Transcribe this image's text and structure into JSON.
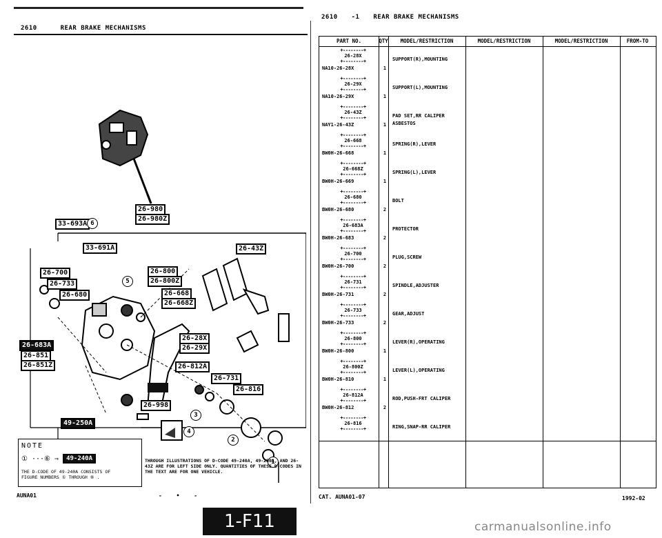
{
  "header": {
    "left_code": "2610",
    "left_title": "REAR BRAKE MECHANISMS",
    "right_code": "2610",
    "right_sub": "-1",
    "right_title": "REAR BRAKE MECHANISMS"
  },
  "table": {
    "columns": [
      "PART NO.",
      "QTY",
      "MODEL/RESTRICTION",
      "MODEL/RESTRICTION",
      "MODEL/RESTRICTION",
      "FROM-TO"
    ],
    "rows": [
      {
        "ref": "26-28X",
        "part_no": "NA10-26-28X",
        "qty": "1",
        "desc": [
          "SUPPORT(R),MOUNTING"
        ]
      },
      {
        "ref": "26-29X",
        "part_no": "NA10-26-29X",
        "qty": "1",
        "desc": [
          "SUPPORT(L),MOUNTING"
        ]
      },
      {
        "ref": "26-43Z",
        "part_no": "NAY1-26-43Z",
        "qty": "1",
        "desc": [
          "PAD SET,RR CALIPER",
          "ASBESTOS"
        ]
      },
      {
        "ref": "26-668",
        "part_no": "BW0H-26-668",
        "qty": "1",
        "desc": [
          "SPRING(R),LEVER"
        ]
      },
      {
        "ref": "26-668Z",
        "part_no": "BW0H-26-669",
        "qty": "1",
        "desc": [
          "SPRING(L),LEVER"
        ]
      },
      {
        "ref": "26-680",
        "part_no": "BW0H-26-680",
        "qty": "2",
        "desc": [
          "BOLT"
        ]
      },
      {
        "ref": "26-683A",
        "part_no": "BW0H-26-683",
        "qty": "2",
        "desc": [
          "PROTECTOR"
        ]
      },
      {
        "ref": "26-700",
        "part_no": "BW0H-26-700",
        "qty": "2",
        "desc": [
          "PLUG,SCREW"
        ]
      },
      {
        "ref": "26-731",
        "part_no": "BW0H-26-731",
        "qty": "2",
        "desc": [
          "SPINDLE,ADJUSTER"
        ]
      },
      {
        "ref": "26-733",
        "part_no": "BW0H-26-733",
        "qty": "2",
        "desc": [
          "GEAR,ADJUST"
        ]
      },
      {
        "ref": "26-800",
        "part_no": "BW0H-26-800",
        "qty": "1",
        "desc": [
          "LEVER(R),OPERATING"
        ]
      },
      {
        "ref": "26-800Z",
        "part_no": "BW0H-26-810",
        "qty": "1",
        "desc": [
          "LEVER(L),OPERATING"
        ]
      },
      {
        "ref": "26-812A",
        "part_no": "BW0H-26-812",
        "qty": "2",
        "desc": [
          "ROD,PUSH-FRT CALIPER"
        ]
      },
      {
        "ref": "26-816",
        "part_no": "",
        "qty": "",
        "desc": [
          "RING,SNAP-RR CALIPER"
        ]
      }
    ]
  },
  "callouts": {
    "c26_980": "26-980",
    "c26_980z": "26-980Z",
    "c33_693a": "33-693A",
    "c33_691a": "33-691A",
    "c26_43z": "26-43Z",
    "c26_700": "26-700",
    "c26_733": "26-733",
    "c26_680": "26-680",
    "c26_800": "26-800",
    "c26_800z": "26-800Z",
    "c26_668": "26-668",
    "c26_668z": "26-668Z",
    "c26_683a": "26-683A",
    "c26_851": "26-851",
    "c26_851z": "26-851Z",
    "c26_28x": "26-28X",
    "c26_29x": "26-29X",
    "c26_812a": "26-812A",
    "c26_731": "26-731",
    "c26_816": "26-816",
    "c26_998": "26-998",
    "c49_250a": "49-250A",
    "n1": "1",
    "n2": "2",
    "n3": "3",
    "n4": "4",
    "n5": "5",
    "n6": "6"
  },
  "note": {
    "title": "NOTE",
    "range": "① ···⑥ ⇒",
    "code": "49-240A",
    "line1": "THE D-CODE OF 49-240A CONSISTS OF",
    "line2": "FIGURE NUMBERS ① THROUGH ⑥ ."
  },
  "illus_note": "THROUGH ILLUSTRATIONS OF D-CODE 49-240A, 49-250A, AND 26-43Z ARE FOR LEFT SIDE ONLY. QUANTITIES OF THESE D-CODES IN THE TEXT ARE FOR ONE VEHICLE.",
  "footer": {
    "left": "AUNA01",
    "marks": "- • -",
    "catalog": "CAT. AUNA01-07",
    "date": "1992-02",
    "page_badge": "1-F11",
    "watermark": "carmanualsonline.info"
  }
}
